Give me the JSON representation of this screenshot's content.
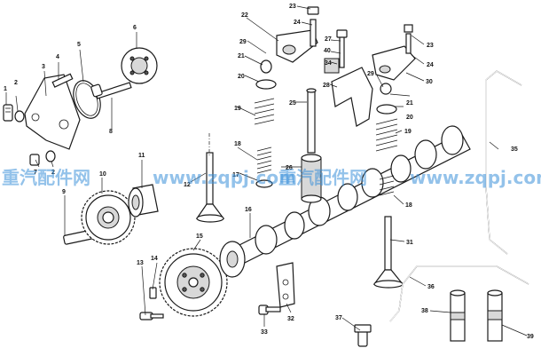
{
  "diagram": {
    "callouts": [
      "1",
      "2",
      "3",
      "4",
      "5",
      "6",
      "7",
      "2",
      "8",
      "9",
      "10",
      "11",
      "12",
      "13",
      "14",
      "15",
      "16",
      "17",
      "18",
      "19",
      "20",
      "21",
      "22",
      "23",
      "24",
      "25",
      "26",
      "27",
      "29",
      "40",
      "34",
      "28",
      "29",
      "30",
      "23",
      "24",
      "21",
      "20",
      "19",
      "18",
      "31",
      "32",
      "33",
      "35",
      "36",
      "37",
      "38",
      "39"
    ],
    "watermark_left": "重汽配件网",
    "watermark_mid": "www.zqpj.com",
    "watermark_cn2": "重汽配件网",
    "watermark_right": "www.zqpj.com"
  }
}
